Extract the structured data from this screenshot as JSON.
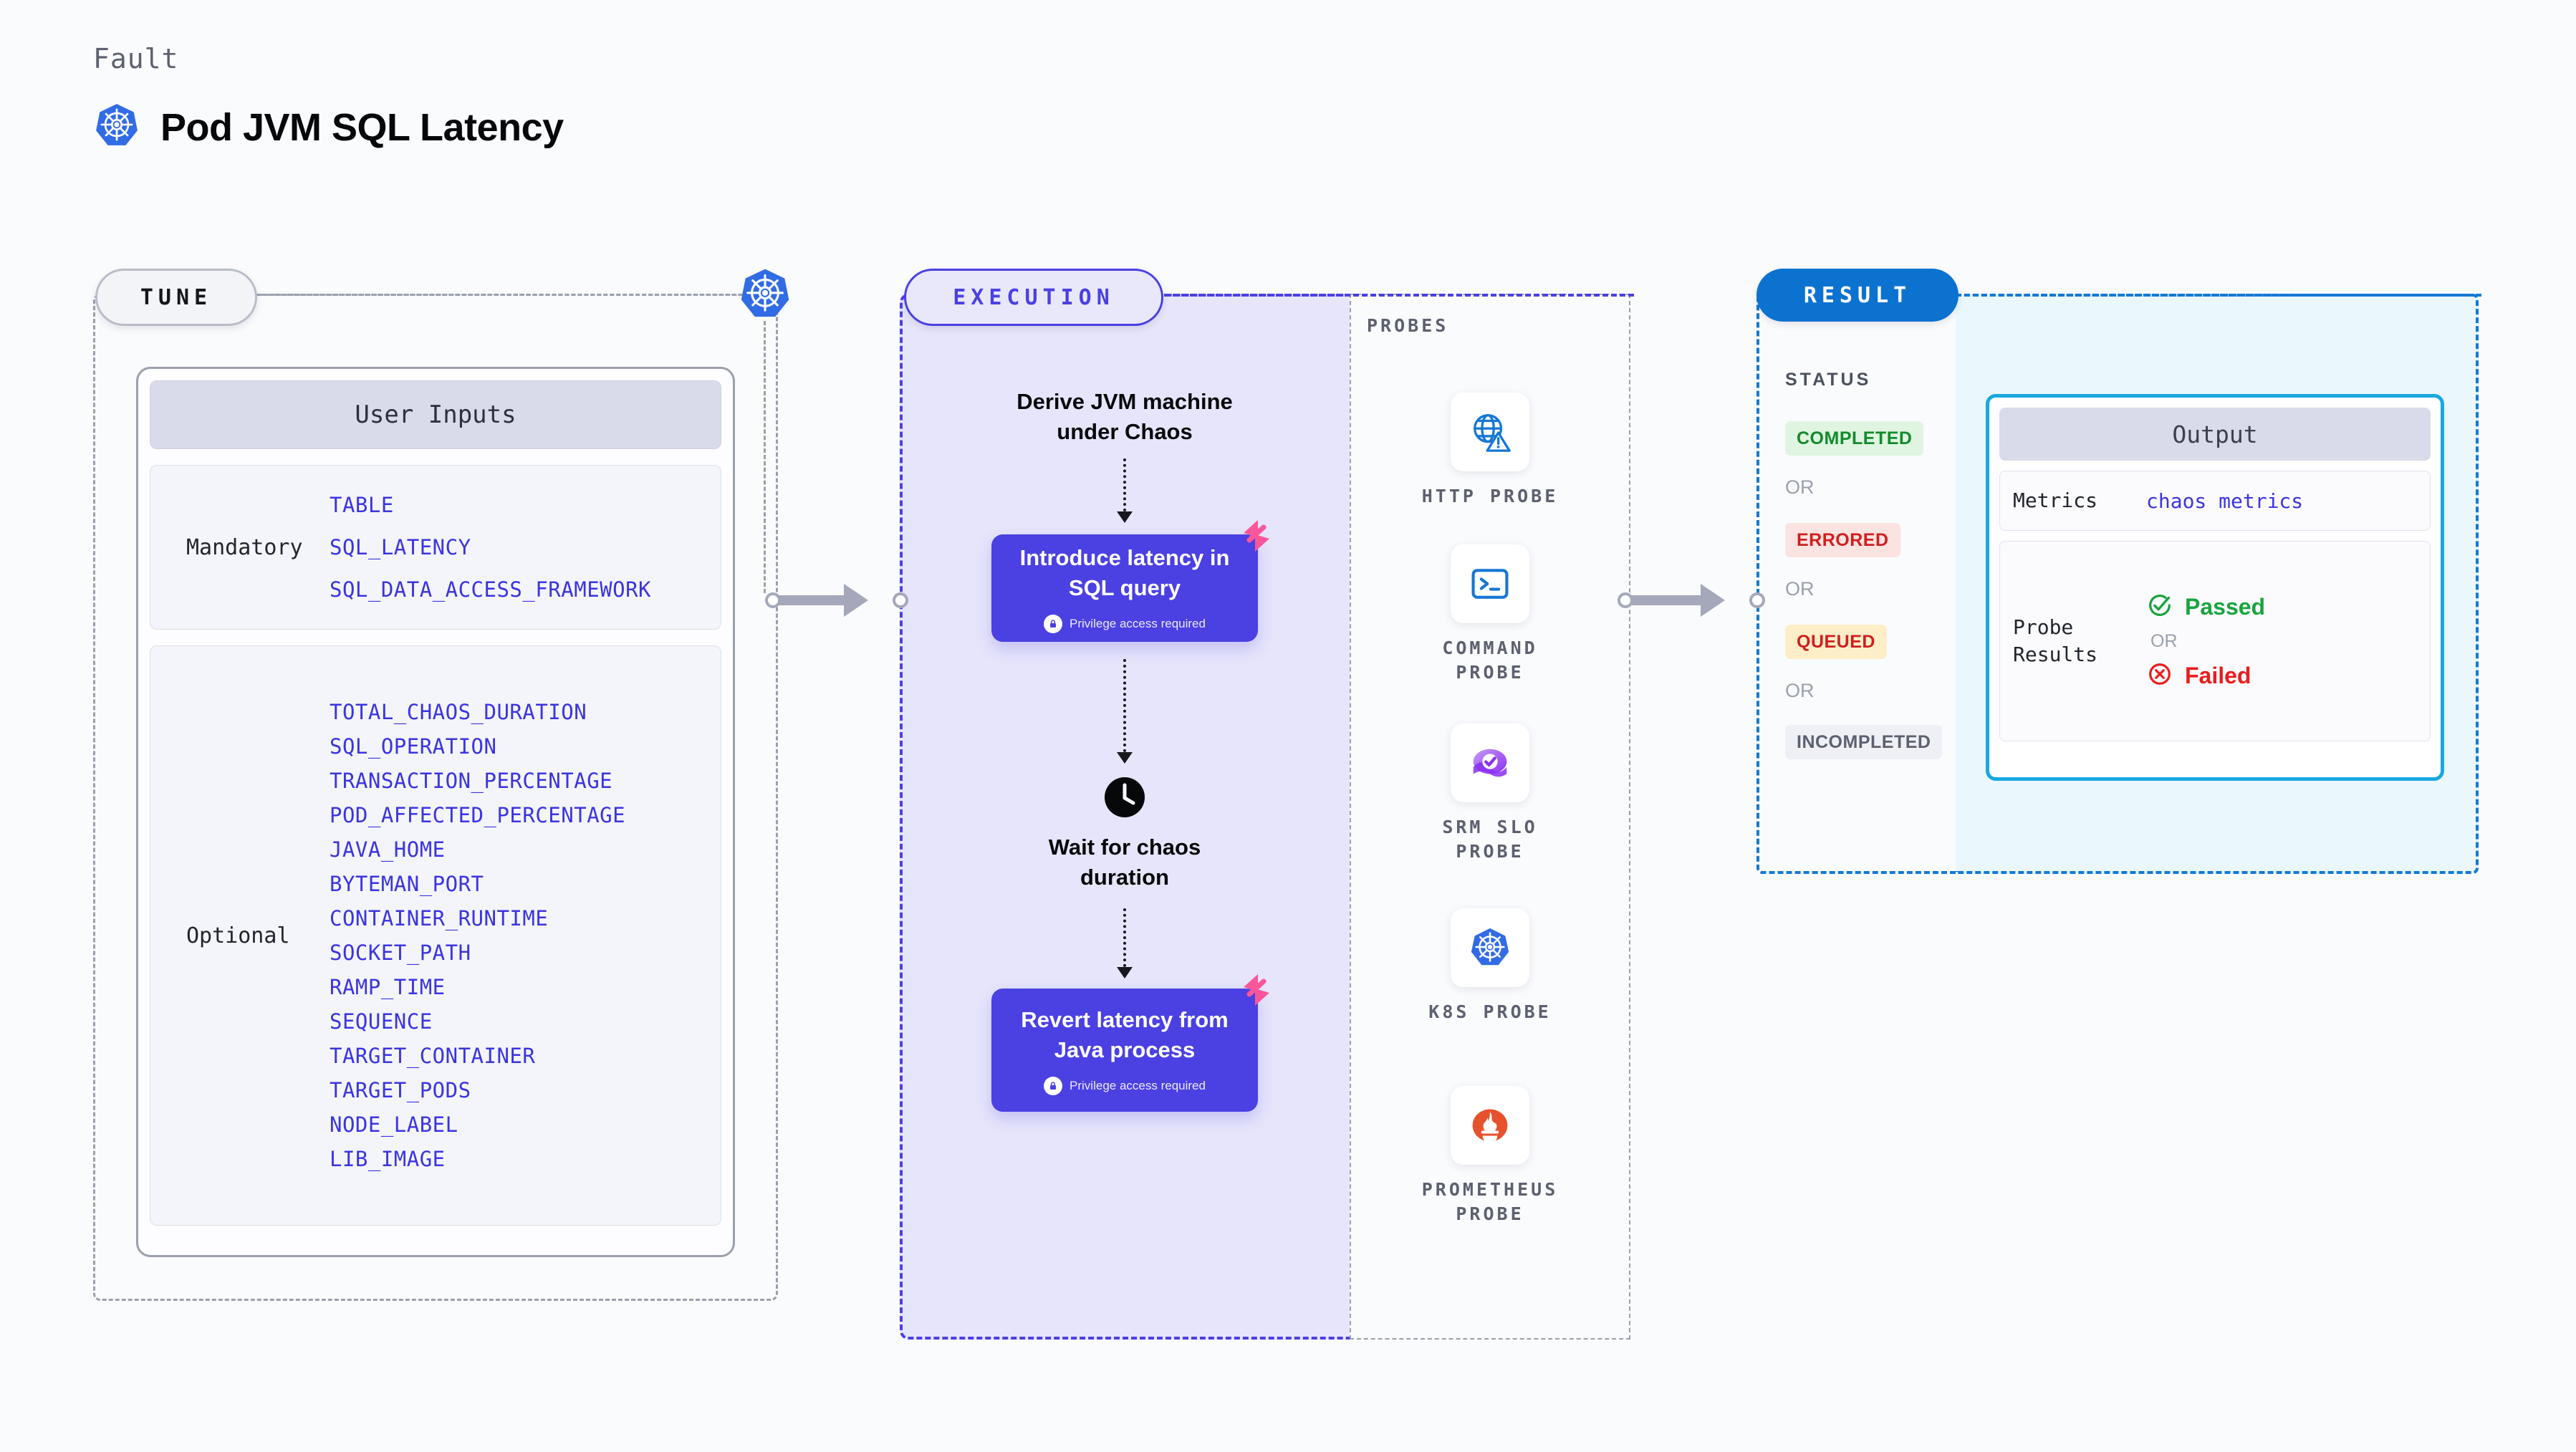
{
  "header": {
    "eyebrow": "Fault",
    "title": "Pod JVM SQL Latency",
    "icon": "kubernetes-icon"
  },
  "tune": {
    "badge": "TUNE",
    "corner_icon": "kubernetes-icon",
    "card_title": "User Inputs",
    "groups": [
      {
        "kind": "Mandatory",
        "params": [
          "TABLE",
          "SQL_LATENCY",
          "SQL_DATA_ACCESS_FRAMEWORK"
        ]
      },
      {
        "kind": "Optional",
        "params": [
          "TOTAL_CHAOS_DURATION",
          "SQL_OPERATION",
          "TRANSACTION_PERCENTAGE",
          "POD_AFFECTED_PERCENTAGE",
          "JAVA_HOME",
          "BYTEMAN_PORT",
          "CONTAINER_RUNTIME",
          "SOCKET_PATH",
          "RAMP_TIME",
          "SEQUENCE",
          "TARGET_CONTAINER",
          "TARGET_PODS",
          "NODE_LABEL",
          "LIB_IMAGE"
        ]
      }
    ]
  },
  "execution": {
    "badge": "EXECUTION",
    "steps": [
      {
        "type": "text",
        "label": "Derive JVM machine\nunder Chaos"
      },
      {
        "type": "action",
        "label": "Introduce latency in\nSQL query",
        "note": "Privilege access required",
        "badge_icon": "harness-mark-icon",
        "lock_icon": "lock-icon"
      },
      {
        "type": "wait",
        "label": "Wait for chaos\nduration",
        "icon": "clock-icon"
      },
      {
        "type": "action",
        "label": "Revert latency from\nJava process",
        "note": "Privilege access required",
        "badge_icon": "harness-mark-icon",
        "lock_icon": "lock-icon"
      }
    ]
  },
  "probes": {
    "label": "PROBES",
    "items": [
      {
        "name": "HTTP PROBE",
        "icon": "globe-warning-icon"
      },
      {
        "name": "COMMAND\nPROBE",
        "icon": "terminal-icon"
      },
      {
        "name": "SRM SLO\nPROBE",
        "icon": "srm-slo-icon"
      },
      {
        "name": "K8S PROBE",
        "icon": "kubernetes-icon"
      },
      {
        "name": "PROMETHEUS\nPROBE",
        "icon": "prometheus-icon"
      }
    ]
  },
  "result": {
    "badge": "RESULT",
    "status_label": "STATUS",
    "or_text": "OR",
    "statuses": [
      {
        "label": "COMPLETED",
        "color": "#138a2b",
        "bg": "#dff5e1"
      },
      {
        "label": "ERRORED",
        "color": "#cf1f1f",
        "bg": "#fbe3e1"
      },
      {
        "label": "QUEUED",
        "color": "#cf1f1f",
        "bg": "#fdeec8"
      },
      {
        "label": "INCOMPLETED",
        "color": "#5c6070",
        "bg": "#eef0f5"
      }
    ],
    "output": {
      "title": "Output",
      "metrics_key": "Metrics",
      "metrics_value": "chaos metrics",
      "probe_results_key": "Probe\nResults",
      "passed": "Passed",
      "failed": "Failed",
      "or_text": "OR",
      "passed_icon": "check-circle-icon",
      "failed_icon": "x-circle-icon"
    }
  },
  "colors": {
    "accent_indigo": "#4b40e2",
    "accent_blue": "#0b72d0",
    "accent_cyan": "#19a8e0",
    "param_link": "#3b34e0",
    "pink_mark": "#f9569b",
    "gray_dash": "#9aa0ad"
  }
}
